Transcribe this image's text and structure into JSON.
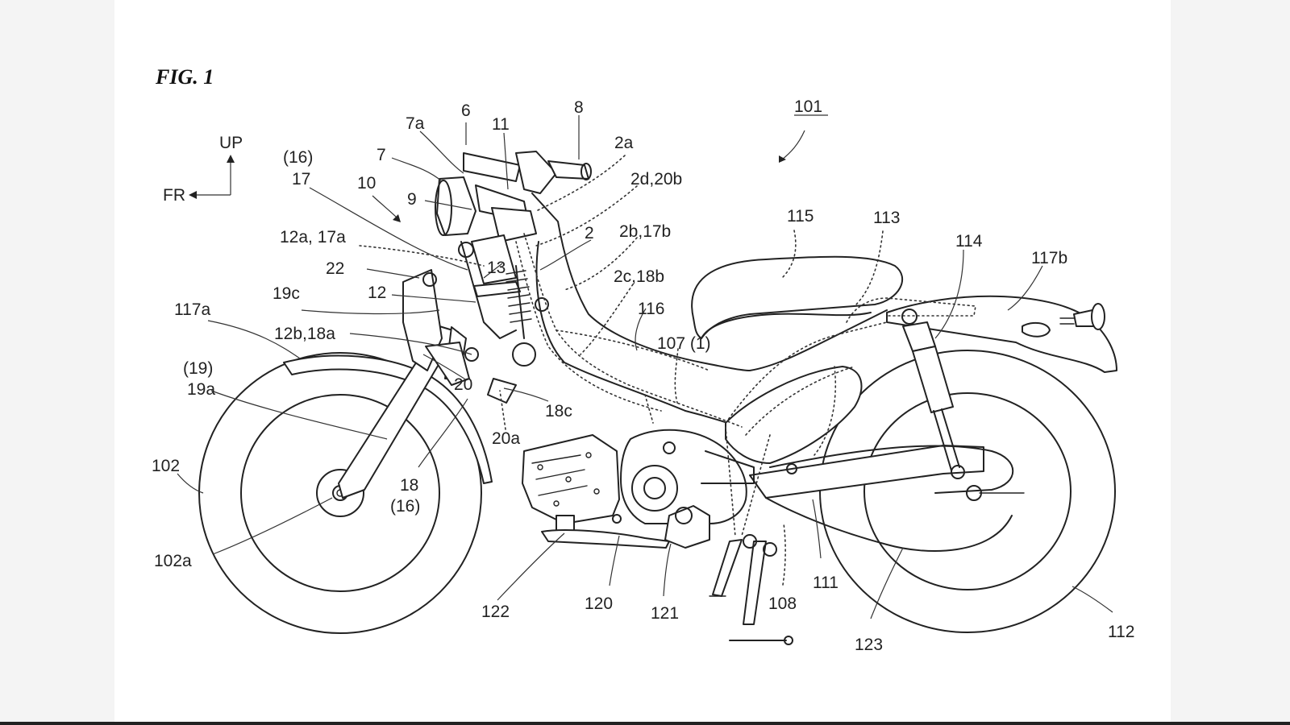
{
  "figure_title": "FIG. 1",
  "direction": {
    "up": "UP",
    "front": "FR"
  },
  "reference": "101",
  "labels": {
    "l6": "6",
    "l7a": "7a",
    "l11": "11",
    "l8": "8",
    "l2a": "2a",
    "l16top": "(16)",
    "l17": "17",
    "l10": "10",
    "l7": "7",
    "l9": "9",
    "l2d20b": "2d,20b",
    "l2b17b": "2b,17b",
    "l2": "2",
    "l12a17a": "12a, 17a",
    "l22": "22",
    "l13": "13",
    "l12": "12",
    "l19c": "19c",
    "l2c18b": "2c,18b",
    "l115": "115",
    "l113": "113",
    "l114": "114",
    "l117b": "117b",
    "l117a": "117a",
    "l12b18a": "12b,18a",
    "l116": "116",
    "l107": "107 (1)",
    "l19": "(19)",
    "l19a": "19a",
    "l20": "20",
    "l18c": "18c",
    "l20a": "20a",
    "l102": "102",
    "l18": "18",
    "l16": "(16)",
    "l102a": "102a",
    "l122": "122",
    "l120": "120",
    "l121": "121",
    "l108": "108",
    "l111": "111",
    "l123": "123",
    "l112": "112"
  }
}
